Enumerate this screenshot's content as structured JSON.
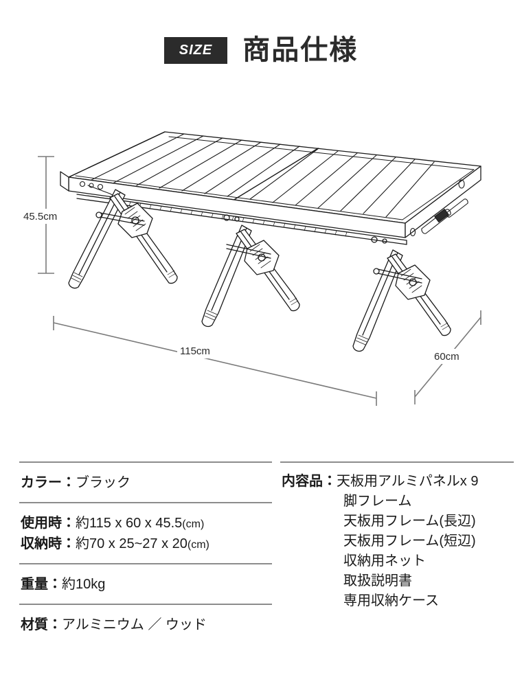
{
  "header": {
    "badge": "SIZE",
    "title": "商品仕様"
  },
  "diagram": {
    "alt_name": "folding-roll-top-table-illustration",
    "dimensions": {
      "height": "45.5cm",
      "width": "115cm",
      "depth": "60cm"
    }
  },
  "specs": {
    "left": [
      {
        "label": "カラー",
        "sep": "：",
        "value": "ブラック",
        "unit": ""
      },
      {
        "label": "使用時",
        "sep": "：",
        "value": "約115 x 60 x 45.5",
        "unit": "(cm)"
      },
      {
        "label": "収納時",
        "sep": "：",
        "value": "約70 x 25~27 x 20",
        "unit": "(cm)"
      },
      {
        "label": "重量",
        "sep": "：",
        "value": "約10kg",
        "unit": ""
      },
      {
        "label": "材質",
        "sep": "：",
        "value": "アルミニウム ／ ウッド",
        "unit": ""
      }
    ],
    "right": {
      "label": "内容品",
      "sep": "：",
      "first_item": "天板用アルミパネルx 9",
      "items": [
        "脚フレーム",
        "天板用フレーム(長辺)",
        "天板用フレーム(短辺)",
        "収納用ネット",
        "取扱説明書",
        "専用収納ケース"
      ]
    }
  },
  "colors": {
    "badge_bg": "#2b2b2b",
    "text": "#1a1a1a",
    "rule": "#8c8c8c",
    "line_art": "#1a1a1a",
    "dimension_line": "#7a7a7a"
  }
}
